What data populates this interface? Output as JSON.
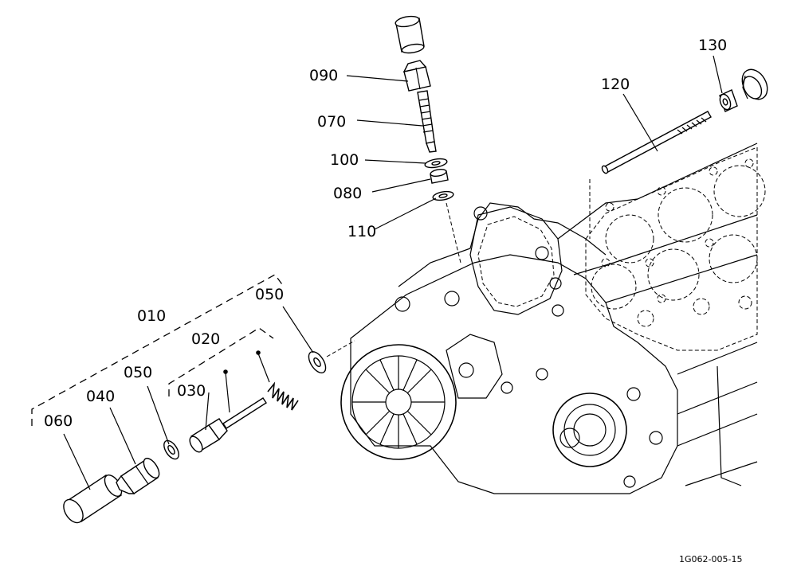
{
  "labels": {
    "l010": "010",
    "l020": "020",
    "l030": "030",
    "l040": "040",
    "l050a": "050",
    "l050b": "050",
    "l060": "060",
    "l070": "070",
    "l080": "080",
    "l090": "090",
    "l100": "100",
    "l110": "110",
    "l120": "120",
    "l130": "130"
  },
  "figure_ref": "1G062-005-15"
}
